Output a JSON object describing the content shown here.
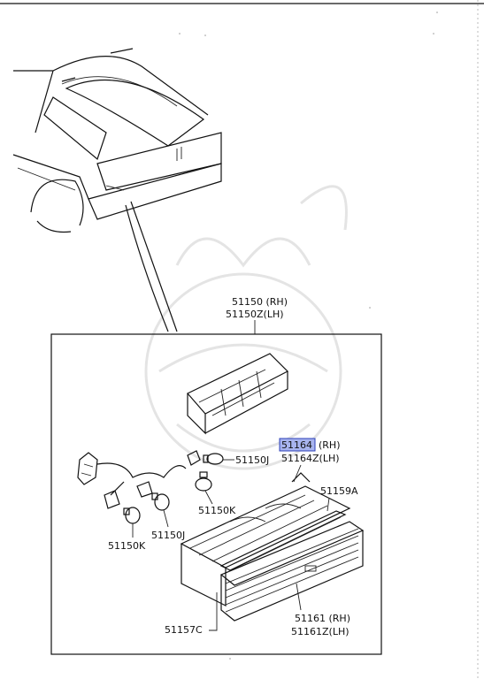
{
  "callouts": {
    "assembly_rh": "51150 (RH)",
    "assembly_lh": "51150Z(LH)",
    "finisher_rh": "51164",
    "finisher_rh_suffix": "(RH)",
    "finisher_lh": "51164Z(LH)",
    "gasket": "51159A",
    "socket_upper": "51150J",
    "bulb_upper": "51150K",
    "socket_lower": "51150J",
    "bulb_lower": "51150K",
    "housing": "51157C",
    "lens_rh": "51161 (RH)",
    "lens_lh": "51161Z(LH)"
  },
  "colors": {
    "highlight_fill": "#a8b4ee",
    "highlight_border": "#2b3fb8",
    "line": "#111111"
  }
}
